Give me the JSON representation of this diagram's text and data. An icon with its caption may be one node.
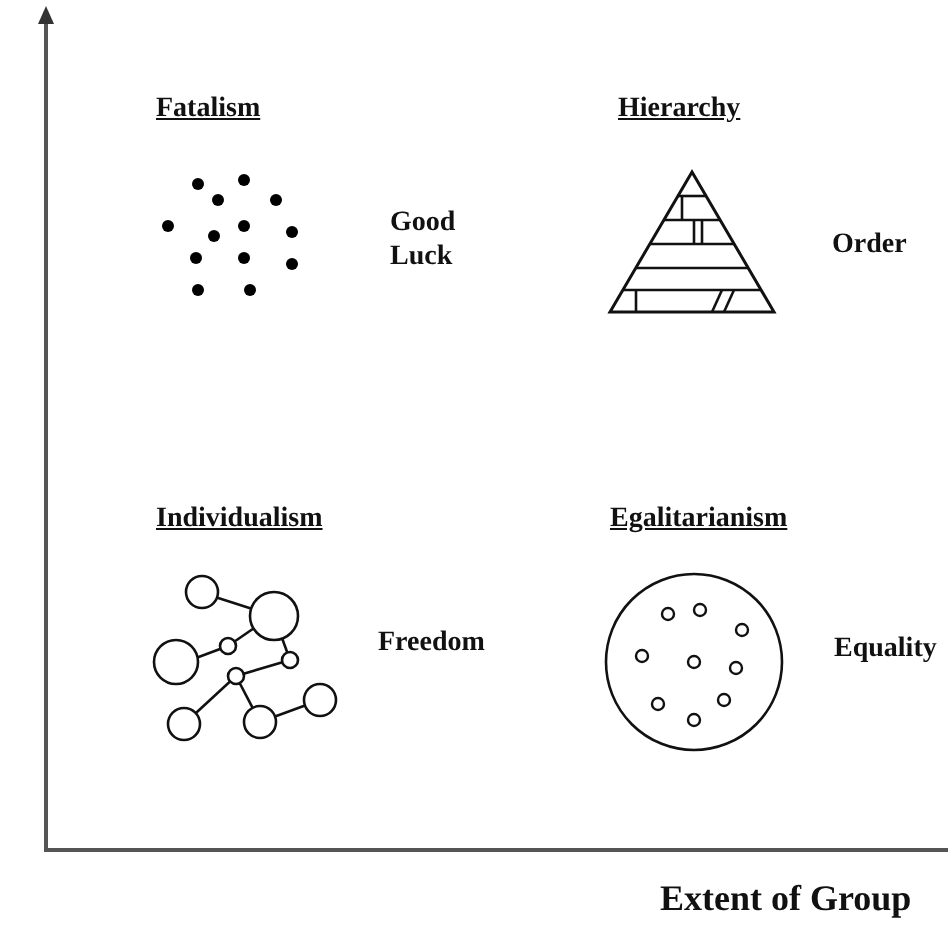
{
  "diagram": {
    "labels": [
      "Fatalism",
      "Hierarchy",
      "Good Luck",
      "Order",
      "Individualism",
      "Egalitarianism",
      "Freedom",
      "Equality",
      "Extent of Group"
    ]
  }
}
